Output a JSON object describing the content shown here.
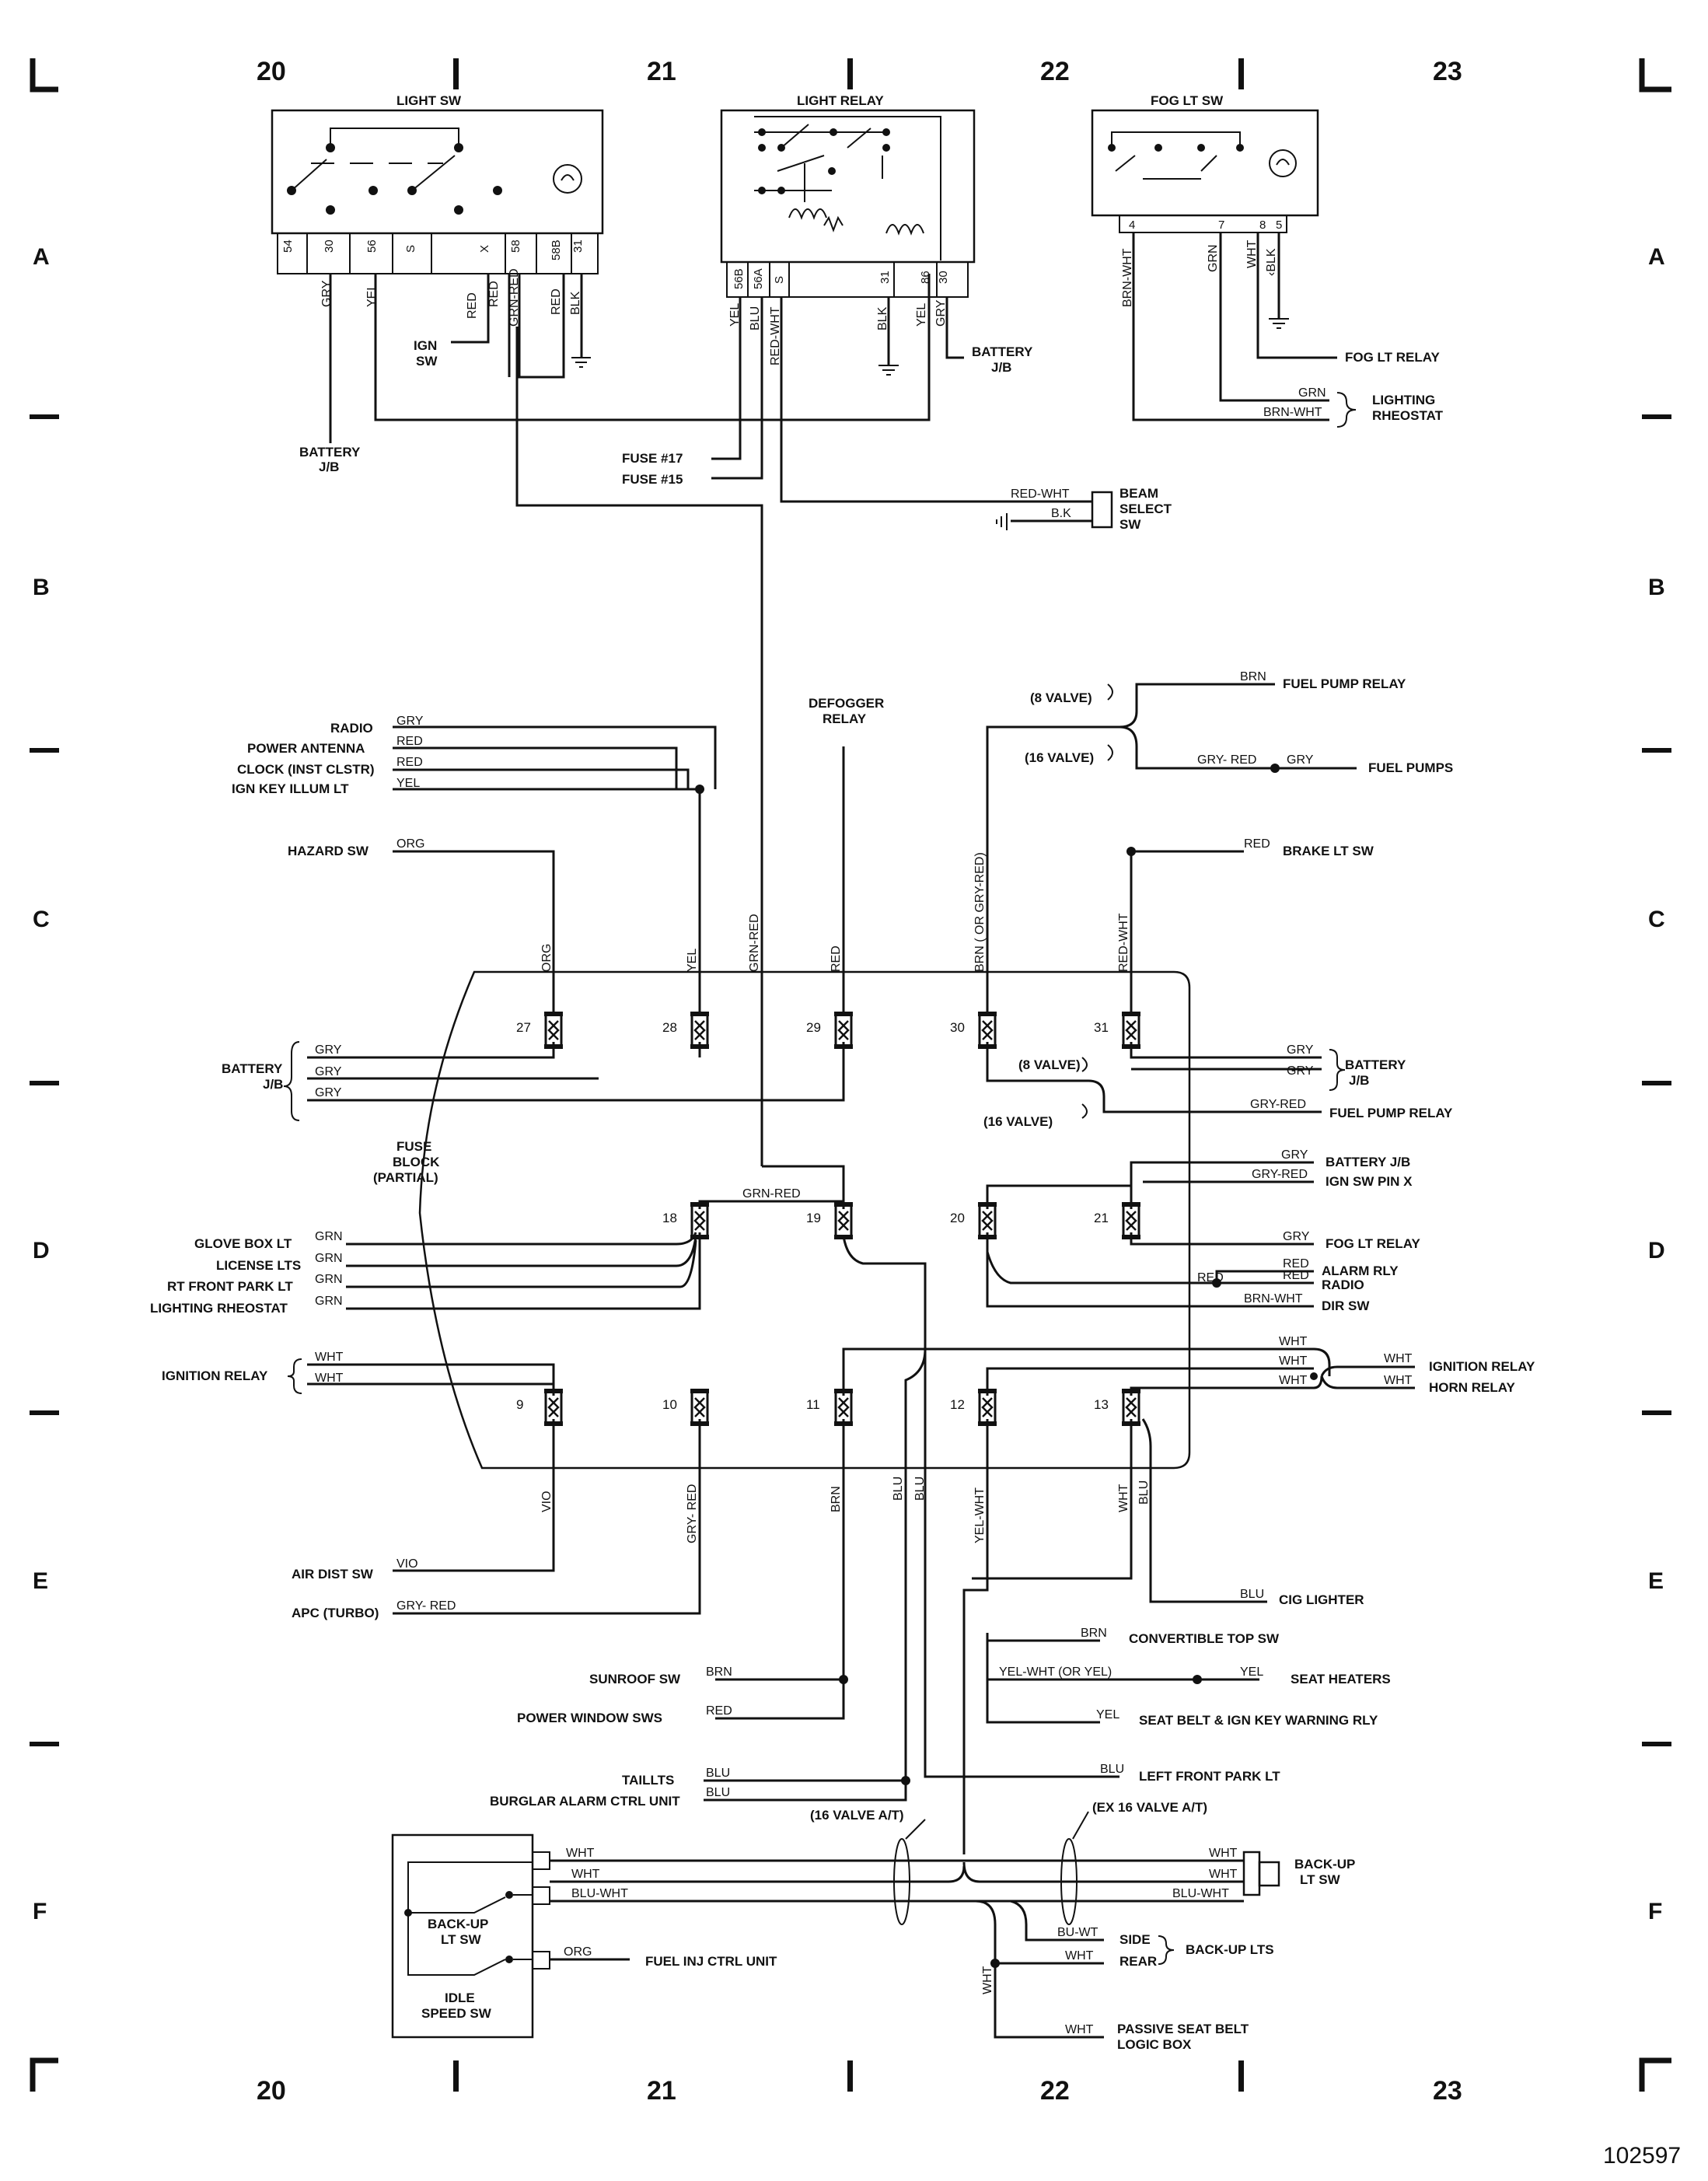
{
  "grid": {
    "columns": [
      "20",
      "21",
      "22",
      "23"
    ],
    "rows": [
      "A",
      "B",
      "C",
      "D",
      "E",
      "F"
    ],
    "figure_number": "102597"
  },
  "components": {
    "light_sw": {
      "title": "LIGHT SW",
      "pins": [
        "54",
        "30",
        "56",
        "S",
        "X",
        "58",
        "58B",
        "31"
      ]
    },
    "light_relay": {
      "title": "LIGHT RELAY",
      "pins": [
        "56B",
        "56A",
        "S",
        "31",
        "86",
        "30"
      ]
    },
    "fog_lt_sw": {
      "title": "FOG LT SW",
      "pins": [
        "4",
        "7",
        "8",
        "5"
      ]
    },
    "beam_select_sw": [
      "BEAM",
      "SELECT",
      "SW"
    ],
    "fuse_block": [
      "FUSE",
      "BLOCK",
      "(PARTIAL)"
    ],
    "backup_idle": {
      "backup_lt_sw": [
        "BACK-UP",
        "LT SW"
      ],
      "idle_speed_sw": [
        "IDLE",
        "SPEED SW"
      ]
    },
    "backup_lt_sw_right": [
      "BACK-UP",
      "LT SW"
    ]
  },
  "fuses": [
    "27",
    "28",
    "29",
    "30",
    "31",
    "18",
    "19",
    "20",
    "21",
    "9",
    "10",
    "11",
    "12",
    "13"
  ],
  "labels": {
    "ign_sw": [
      "IGN",
      "SW"
    ],
    "battery_jb": [
      "BATTERY",
      "J/B"
    ],
    "battery_jb_relay": [
      "BATTERY",
      "J/B"
    ],
    "fuse17": "FUSE #17",
    "fuse15": "FUSE #15",
    "fog_lt_relay": "FOG LT RELAY",
    "lighting_rheostat": [
      "LIGHTING",
      "RHEOSTAT"
    ],
    "radio": "RADIO",
    "power_antenna": "POWER ANTENNA",
    "clock": "CLOCK (INST CLSTR)",
    "ign_key_illum": "IGN KEY ILLUM LT",
    "hazard_sw": "HAZARD SW",
    "defogger_relay": [
      "DEFOGGER",
      "RELAY"
    ],
    "eight_valve": "(8 VALVE)",
    "sixteen_valve": "(16 VALVE)",
    "fuel_pump_relay": "FUEL PUMP RELAY",
    "fuel_pumps": "FUEL PUMPS",
    "brake_lt_sw": "BRAKE LT SW",
    "battery_jb_left": [
      "BATTERY",
      "J/B"
    ],
    "battery_jb_right": [
      "BATTERY",
      "J/B"
    ],
    "fuel_pump_relay2": "FUEL PUMP RELAY",
    "battery_jb_single": "BATTERY J/B",
    "ign_sw_pin_x": "IGN SW PIN X",
    "glove_box_lt": "GLOVE BOX LT",
    "license_lts": "LICENSE LTS",
    "rt_front_park_lt": "RT FRONT PARK LT",
    "lighting_rheostat2": "LIGHTING RHEOSTAT",
    "fog_lt_relay2": "FOG LT RELAY",
    "alarm_rly": "ALARM RLY",
    "radio2": "RADIO",
    "dir_sw": "DIR SW",
    "ignition_relay_left": "IGNITION RELAY",
    "ignition_relay_right": "IGNITION RELAY",
    "horn_relay": "HORN RELAY",
    "air_dist_sw": "AIR DIST SW",
    "apc_turbo": "APC (TURBO)",
    "cig_lighter": "CIG LIGHTER",
    "convertible_top_sw": "CONVERTIBLE TOP SW",
    "seat_heaters": "SEAT HEATERS",
    "seat_belt_rly": "SEAT BELT & IGN KEY WARNING RLY",
    "sunroof_sw": "SUNROOF SW",
    "power_window_sws": "POWER WINDOW SWS",
    "taillts": "TAILLTS",
    "burglar_alarm": "BURGLAR ALARM CTRL UNIT",
    "left_front_park_lt": "LEFT FRONT PARK LT",
    "sixteen_valve_at": "(16 VALVE A/T)",
    "ex_sixteen_valve_at": "(EX 16 VALVE A/T)",
    "fuel_inj_ctrl_unit": "FUEL INJ CTRL UNIT",
    "side": "SIDE",
    "rear": "REAR",
    "backup_lts": "BACK-UP LTS",
    "passive_seat_belt": [
      "PASSIVE SEAT BELT",
      "LOGIC BOX"
    ]
  },
  "wire_colors": {
    "gry": "GRY",
    "yel": "YEL",
    "red": "RED",
    "grn_red": "GRN-RED",
    "blk": "BLK",
    "blu": "BLU",
    "red_wht": "RED-WHT",
    "brn_wht": "BRN-WHT",
    "grn": "GRN",
    "wht": "WHT",
    "org": "ORG",
    "brn": "BRN",
    "gry_red": "GRY- RED",
    "gry_red2": "GRY-RED",
    "brn_or_gry_red": "BRN ( OR GRY-RED)",
    "vio": "VIO",
    "yel_wht": "YEL-WHT",
    "yel_wht_or_yel": "YEL-WHT (OR YEL)",
    "blu_wht": "BLU-WHT",
    "bu_wt": "BU-WT",
    "gry_red_apc": "GRY- RED",
    "wht_blk": "‹BLK",
    "b_k": "B.K",
    "red_wht_beam": "RED-WHT"
  }
}
